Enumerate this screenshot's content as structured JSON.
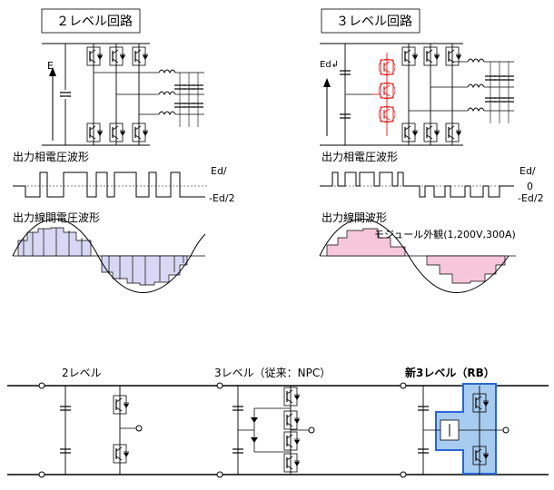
{
  "top_left": {
    "title": "２レベル回路",
    "source_label": "E",
    "phase_voltage_label": "出力相電圧波形",
    "phase_axis_top": "Ed/",
    "phase_axis_bottom": "-Ed/2",
    "line_voltage_label": "出力線間電圧波形"
  },
  "top_right": {
    "title": "３レベル回路",
    "source_label": "Ed↲",
    "phase_voltage_label": "出力相電圧波形",
    "phase_axis_top": "Ed/",
    "phase_axis_mid": "0",
    "phase_axis_bottom": "-Ed/2",
    "line_voltage_label": "出力線間波形",
    "overlay_text": "モジュール外観(1,200V,300A)"
  },
  "bottom": {
    "two_level_label": "2レベル",
    "three_level_npc_label": "3レベル（従来：NPC）",
    "new_three_level_label": "新3レベル（RB）"
  },
  "colors": {
    "highlight_red": "#e02020",
    "pwm_fill_blue": "#d8d8f4",
    "pwm_fill_pink": "#f6c6da",
    "rb_fill": "#a8ccf0",
    "rb_border": "#2a66d8"
  }
}
